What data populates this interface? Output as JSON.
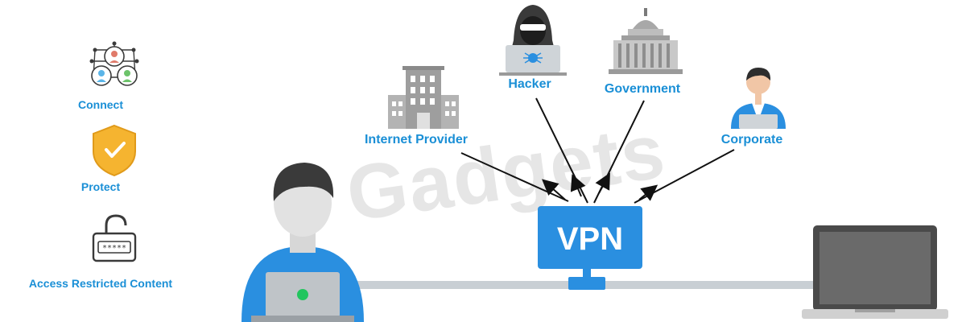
{
  "features": [
    {
      "label": "Connect",
      "icon": "people-network-icon"
    },
    {
      "label": "Protect",
      "icon": "shield-check-icon"
    },
    {
      "label": "Access Restricted Content",
      "icon": "unlocked-padlock-icon"
    }
  ],
  "nodes": {
    "internet_provider": "Internet Provider",
    "hacker": "Hacker",
    "government": "Government",
    "corporate": "Corporate"
  },
  "vpn": {
    "label": "VPN"
  },
  "watermark": "Gadgets",
  "colors": {
    "accent_blue": "#1a8fd6",
    "vpn_blue": "#2a8fe0",
    "building_gray": "#9e9e9e",
    "dark": "#3a3a3a",
    "shield": "#f5b430",
    "status_green": "#22c55e"
  }
}
